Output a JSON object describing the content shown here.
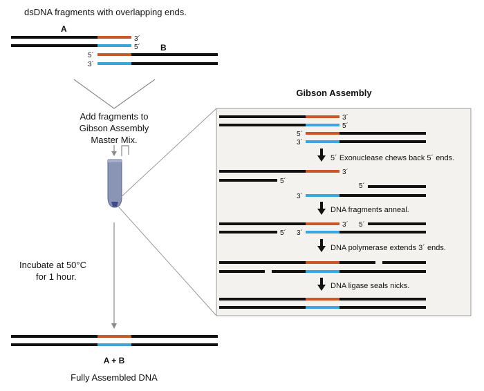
{
  "header": {
    "title": "dsDNA fragments with overlapping ends."
  },
  "fragments": {
    "label_a": "A",
    "label_b": "B"
  },
  "ends": {
    "three_prime": "3´",
    "five_prime": "5´"
  },
  "left_steps": {
    "add_line1": "Add fragments to",
    "add_line2": "Gibson Assembly",
    "add_line3": "Master Mix.",
    "incubate_line1": "Incubate at 50°C",
    "incubate_line2": "for 1 hour."
  },
  "result": {
    "label": "A + B",
    "caption": "Fully Assembled DNA"
  },
  "panel": {
    "title": "Gibson Assembly",
    "step1": "5´ Exonuclease chews back 5´ ends.",
    "step2": "DNA fragments anneal.",
    "step3": "DNA polymerase extends 3´ ends.",
    "step4": "DNA ligase seals nicks."
  },
  "colors": {
    "strand": "#111111",
    "overlap_top": "#c8582a",
    "overlap_bottom": "#3aa6dc",
    "panel_bg": "#f4f2ef",
    "panel_border": "#9a9a9a",
    "tube": "#8a94b4",
    "tube_tip": "#3e4a86"
  }
}
